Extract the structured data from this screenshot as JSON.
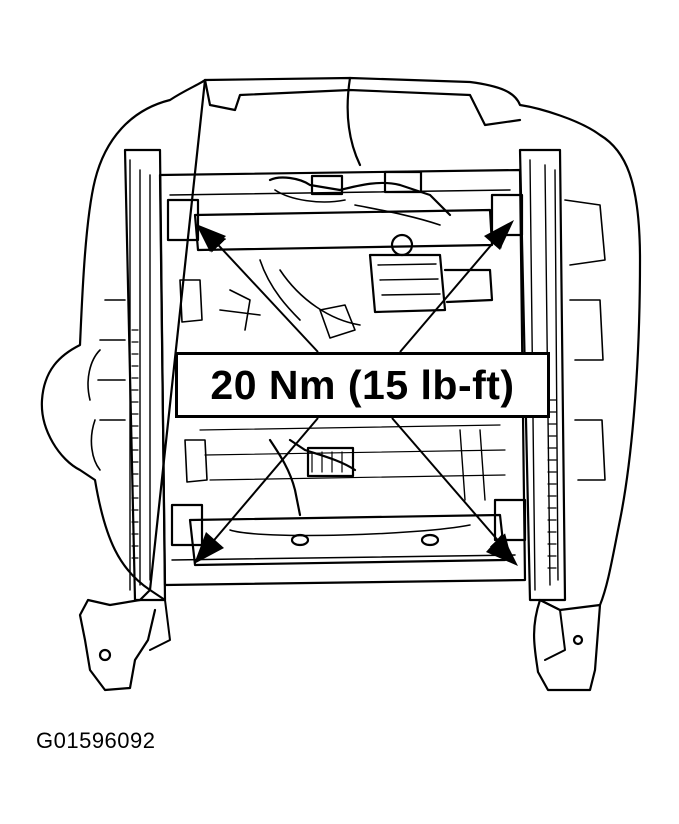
{
  "diagram": {
    "torque_callout": "20 Nm (15 lb-ft)",
    "figure_id": "G01596092",
    "line_color": "#000000",
    "background_color": "#ffffff",
    "fastener_count": 4
  }
}
